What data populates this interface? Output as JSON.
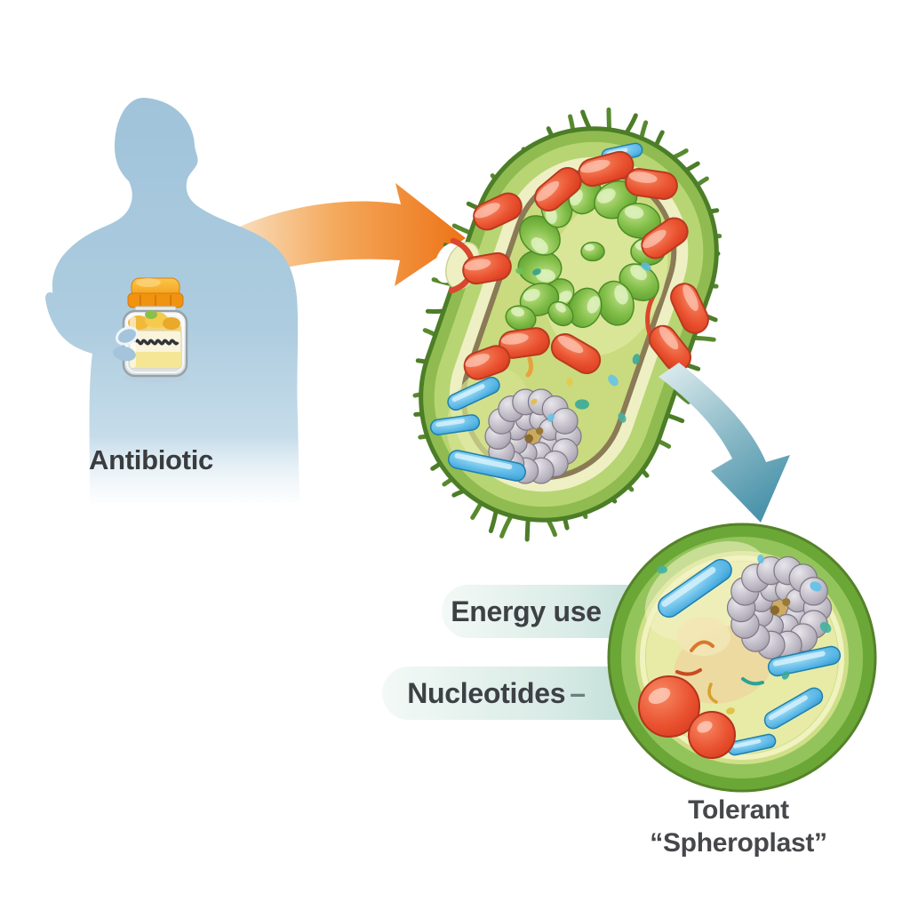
{
  "diagram": {
    "person_label": "Antibiotic",
    "banners": [
      {
        "label": "Energy use"
      },
      {
        "label": "Nucleotides",
        "connector": "–"
      }
    ],
    "caption": {
      "line1": "Tolerant",
      "line2": "“Spheroplast”"
    },
    "figures": [
      {
        "name": "human-silhouette",
        "description": "person holding an antibiotic pill bottle"
      },
      {
        "name": "pill-bottle-icon",
        "description": "antibiotic bottle with orange cap and cream label"
      },
      {
        "name": "arrow-right-icon",
        "description": "orange curved arrow from antibiotic to bacterium"
      },
      {
        "name": "bacterium-illustration",
        "description": "rod-shaped bacterium cross-section with pili, breached cell wall, red capsule organelles, green vesicle ring, blue tubules, gray nucleoid cluster"
      },
      {
        "name": "arrow-down-icon",
        "description": "teal curved arrow from bacterium to spheroplast"
      },
      {
        "name": "spheroplast-illustration",
        "description": "round wall-less tolerant cell with blue tubules, gray cluster and red spheres"
      }
    ],
    "colors": {
      "silhouette_blue": "#a6c7dc",
      "arrow_orange": "#ed7317",
      "arrow_teal": "#4a93aa",
      "bacterium_wall_green": "#8fbb51",
      "cytoplasm_green": "#c9db7e",
      "banner_teal": "#b2d7cf",
      "organelle_red": "#dd3b22",
      "organelle_blue": "#2f96cc",
      "nucleoid_gray": "#a29ea8",
      "bottle_cap_orange": "#f0930f",
      "text_dark": "#3e4144"
    }
  }
}
